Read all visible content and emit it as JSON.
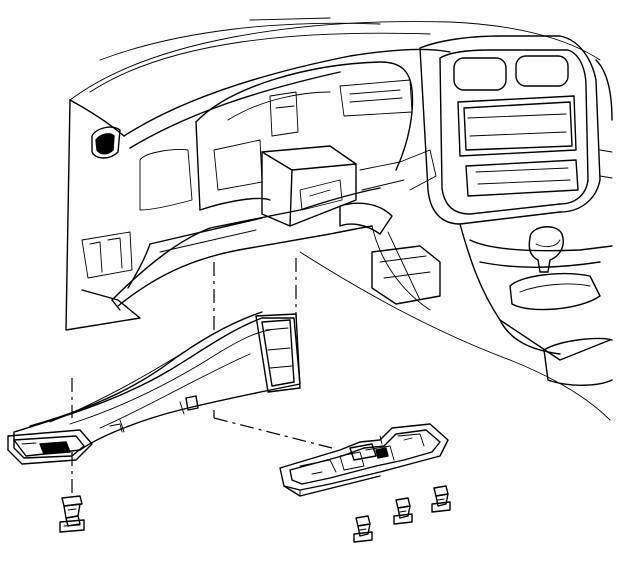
{
  "figure": {
    "kind": "exploded-view line drawing",
    "line_color": "#000000",
    "background_color": "#ffffff",
    "parts": [
      {
        "id": "instrument-panel",
        "icon": "dashboard-outline"
      },
      {
        "id": "left-floor-air-duct",
        "icon": "air-duct"
      },
      {
        "id": "right-floor-air-duct",
        "icon": "air-duct"
      },
      {
        "id": "duct-push-pin-left",
        "icon": "push-pin-fastener"
      },
      {
        "id": "duct-push-pin-right-1",
        "icon": "push-pin-fastener"
      },
      {
        "id": "duct-push-pin-right-2",
        "icon": "push-pin-fastener"
      },
      {
        "id": "duct-push-pin-right-3",
        "icon": "push-pin-fastener"
      }
    ]
  }
}
